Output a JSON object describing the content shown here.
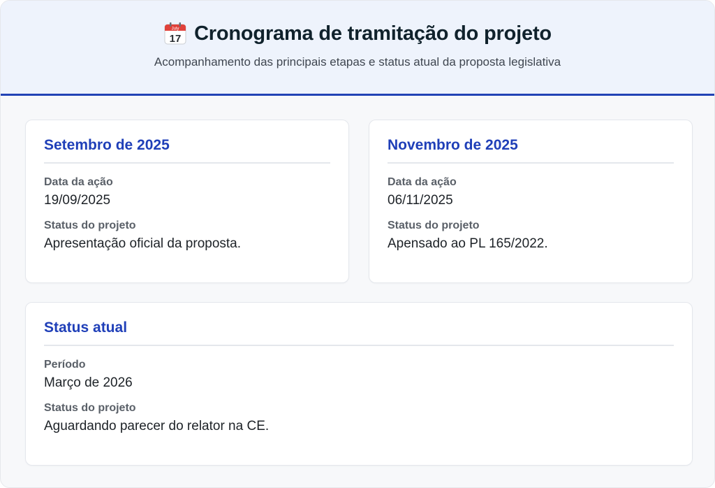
{
  "header": {
    "icon": "calendar-icon",
    "icon_day": "17",
    "icon_month": "July",
    "title": "Cronograma de tramitação do projeto",
    "subtitle": "Acompanhamento das principais etapas e status atual da proposta legislativa"
  },
  "cards": [
    {
      "heading": "Setembro de 2025",
      "label1": "Data da ação",
      "value1": "19/09/2025",
      "label2": "Status do projeto",
      "value2": "Apresentação oficial da proposta."
    },
    {
      "heading": "Novembro de 2025",
      "label1": "Data da ação",
      "value1": "06/11/2025",
      "label2": "Status do projeto",
      "value2": "Apensado ao PL 165/2022."
    },
    {
      "heading": "Status atual",
      "label1": "Período",
      "value1": "Março de 2026",
      "label2": "Status do projeto",
      "value2": "Aguardando parecer do relator na CE."
    }
  ],
  "colors": {
    "accent": "#1f3fb8",
    "header_bg": "#eef3fc",
    "header_border": "#2243b5"
  }
}
